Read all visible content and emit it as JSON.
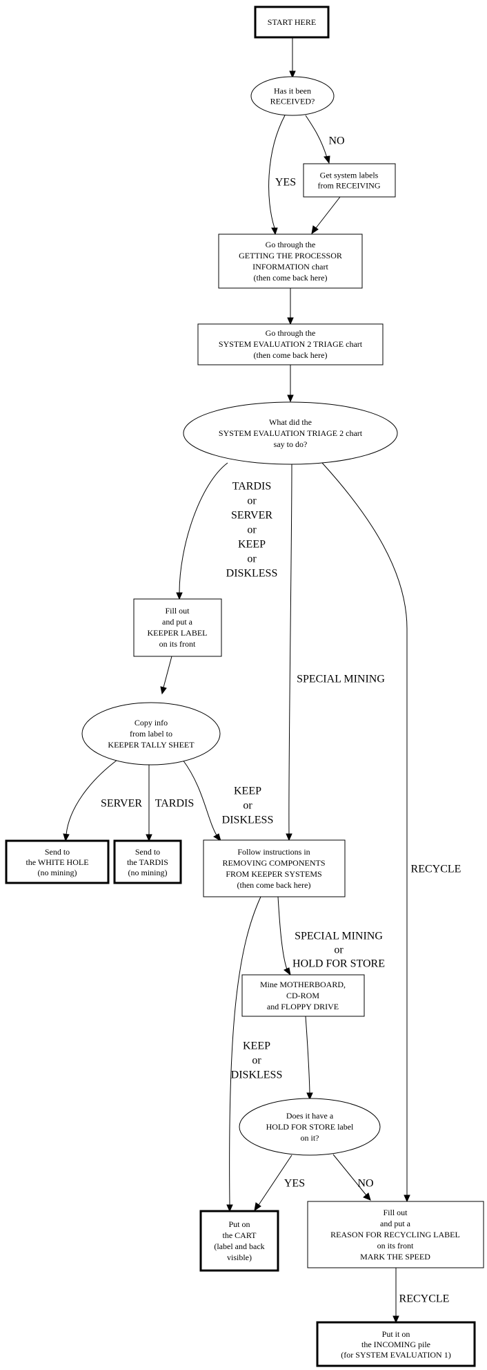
{
  "nodes": {
    "start": [
      "START HERE"
    ],
    "received": [
      "Has it been",
      "RECEIVED?"
    ],
    "labels": [
      "Get system labels",
      "from RECEIVING"
    ],
    "proc": [
      "Go through the",
      "GETTING THE PROCESSOR",
      "INFORMATION chart",
      "(then come back here)"
    ],
    "triage": [
      "Go through the",
      "SYSTEM EVALUATION 2 TRIAGE chart",
      "(then come back here)"
    ],
    "whatdid": [
      "What did the",
      "SYSTEM EVALUATION TRIAGE 2 chart",
      "say to do?"
    ],
    "keeper": [
      "Fill out",
      "and put a",
      "KEEPER LABEL",
      "on its front"
    ],
    "copy": [
      "Copy info",
      "from label to",
      "KEEPER TALLY SHEET"
    ],
    "whitehole": [
      "Send to",
      "the WHITE HOLE",
      "(no mining)"
    ],
    "tardis": [
      "Send to",
      "the TARDIS",
      "(no mining)"
    ],
    "follow": [
      "Follow instructions in",
      "REMOVING COMPONENTS",
      "FROM KEEPER SYSTEMS",
      "(then come back here)"
    ],
    "mine": [
      "Mine MOTHERBOARD,",
      "CD-ROM",
      "and FLOPPY DRIVE"
    ],
    "hold": [
      "Does it have a",
      "HOLD FOR STORE label",
      "on it?"
    ],
    "cart": [
      "Put on",
      "the CART",
      "(label and back",
      "visible)"
    ],
    "recycle": [
      "Fill out",
      "and put a",
      "REASON FOR RECYCLING LABEL",
      "on its front",
      "MARK THE SPEED"
    ],
    "incoming": [
      "Put it on",
      "the INCOMING pile",
      "(for SYSTEM EVALUATION 1)"
    ]
  },
  "edges": {
    "yes1": [
      "YES"
    ],
    "no1": [
      "NO"
    ],
    "tsk": [
      "TARDIS",
      "or",
      "SERVER",
      "or",
      "KEEP",
      "or",
      "DISKLESS"
    ],
    "special": [
      "SPECIAL MINING"
    ],
    "recycle_right": [
      "RECYCLE"
    ],
    "server": [
      "SERVER"
    ],
    "tardis": [
      "TARDIS"
    ],
    "keep1": [
      "KEEP",
      "or",
      "DISKLESS"
    ],
    "smhold": [
      "SPECIAL MINING",
      "or",
      "HOLD FOR STORE"
    ],
    "keep2": [
      "KEEP",
      "or",
      "DISKLESS"
    ],
    "yes2": [
      "YES"
    ],
    "no2": [
      "NO"
    ],
    "recycle_bottom": [
      "RECYCLE"
    ]
  }
}
